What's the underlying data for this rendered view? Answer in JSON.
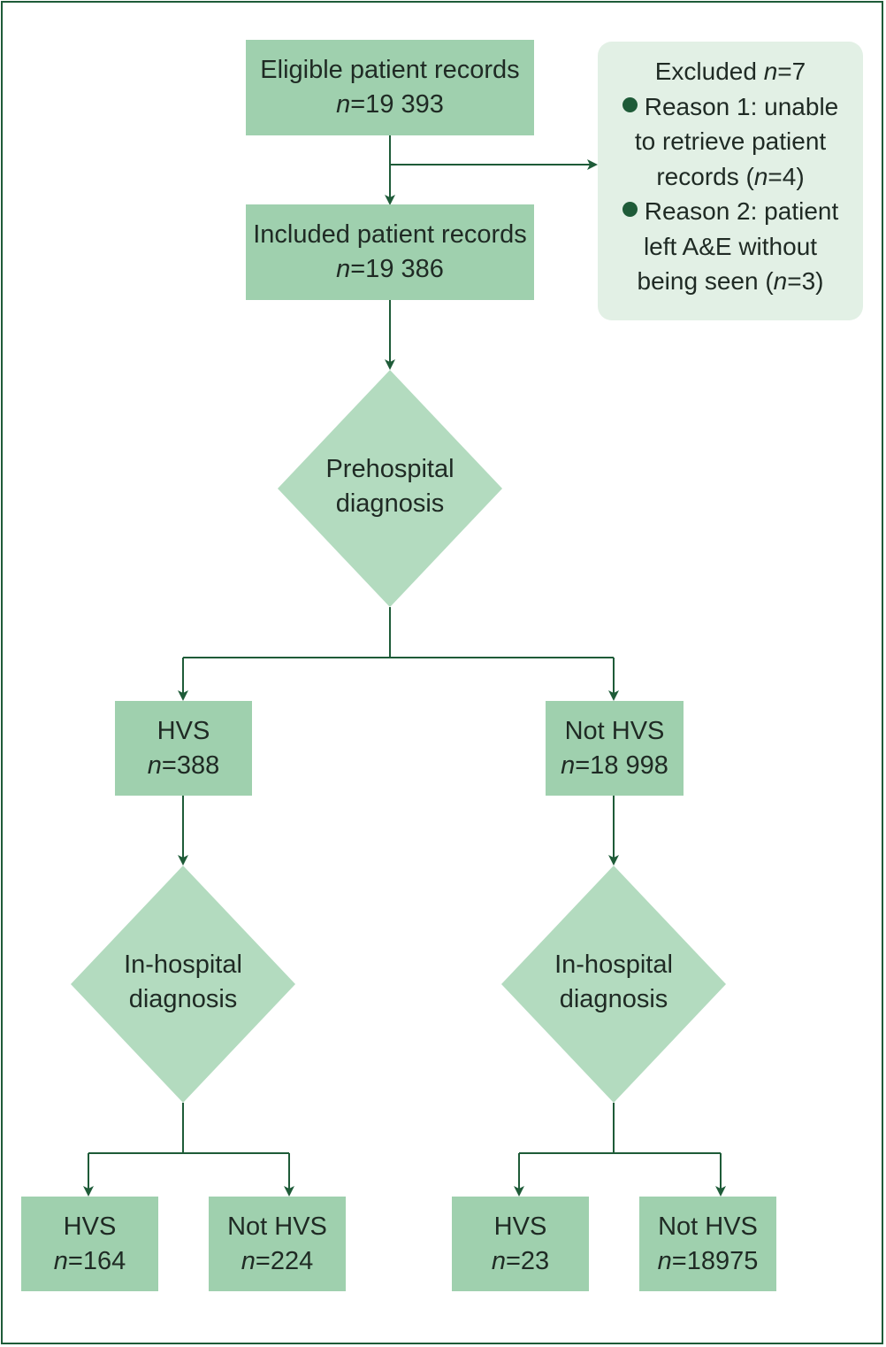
{
  "eligible": {
    "label": "Eligible patient records",
    "n_prefix": "n",
    "n_value": "=19 393"
  },
  "excluded": {
    "title": "Excluded",
    "n_prefix": "n",
    "n_value": "=7",
    "reasons": [
      {
        "lines": [
          "Reason 1: unable",
          "to retrieve patient",
          "records ("
        ],
        "n_prefix": "n",
        "n_value": "=4)"
      },
      {
        "lines": [
          "Reason 2: patient",
          "left A&E without",
          "being seen ("
        ],
        "n_prefix": "n",
        "n_value": "=3)"
      }
    ]
  },
  "included": {
    "label": "Included patient records",
    "n_prefix": "n",
    "n_value": "=19 386"
  },
  "prehospital": {
    "line1": "Prehospital",
    "line2": "diagnosis"
  },
  "pre_hvs": {
    "label": "HVS",
    "n_prefix": "n",
    "n_value": "=388"
  },
  "pre_not_hvs": {
    "label": "Not HVS",
    "n_prefix": "n",
    "n_value": "=18 998"
  },
  "inhospital_left": {
    "line1": "In-hospital",
    "line2": "diagnosis"
  },
  "inhospital_right": {
    "line1": "In-hospital",
    "line2": "diagnosis"
  },
  "out_1": {
    "label": "HVS",
    "n_prefix": "n",
    "n_value": "=164"
  },
  "out_2": {
    "label": "Not HVS",
    "n_prefix": "n",
    "n_value": "=224"
  },
  "out_3": {
    "label": "HVS",
    "n_prefix": "n",
    "n_value": "=23"
  },
  "out_4": {
    "label": "Not HVS",
    "n_prefix": "n",
    "n_value": "=18975"
  },
  "colors": {
    "box": "#9fd0ae",
    "diamond": "#b3dbbf",
    "excluded_bg": "#e2f0e5",
    "line": "#1e5b38"
  }
}
